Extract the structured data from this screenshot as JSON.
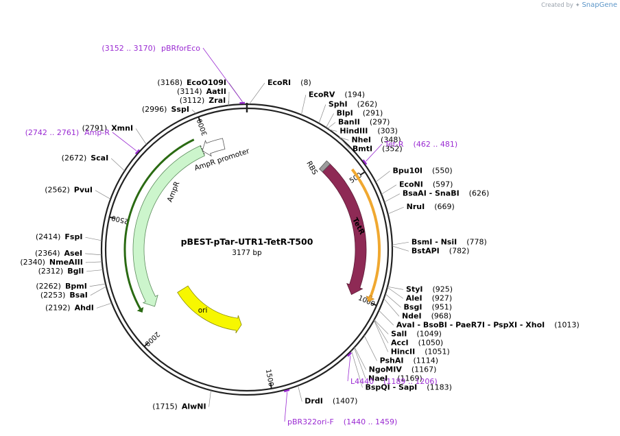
{
  "credit": {
    "prefix": "Created by",
    "brand": "SnapGene"
  },
  "plasmid": {
    "name": "pBEST-pTar-UTR1-TetR-T500",
    "size": "3177 bp",
    "length": 3177
  },
  "ticks": [
    "500",
    "1000",
    "1500",
    "2000",
    "2500",
    "3000"
  ],
  "sites": [
    {
      "name": "EcoRI",
      "pos": "(8)",
      "bp": 8
    },
    {
      "name": "EcoRV",
      "pos": "(194)",
      "bp": 194
    },
    {
      "name": "SphI",
      "pos": "(262)",
      "bp": 262
    },
    {
      "name": "BlpI",
      "pos": "(291)",
      "bp": 291
    },
    {
      "name": "BanII",
      "pos": "(297)",
      "bp": 297
    },
    {
      "name": "HindIII",
      "pos": "(303)",
      "bp": 303
    },
    {
      "name": "NheI",
      "pos": "(348)",
      "bp": 348
    },
    {
      "name": "BmtI",
      "pos": "(352)",
      "bp": 352
    },
    {
      "name": "Bpu10I",
      "pos": "(550)",
      "bp": 550
    },
    {
      "name": "EcoNI",
      "pos": "(597)",
      "bp": 597
    },
    {
      "name": "BsaAI - SnaBI",
      "pos": "(626)",
      "bp": 626
    },
    {
      "name": "NruI",
      "pos": "(669)",
      "bp": 669
    },
    {
      "name": "BsmI - NsiI",
      "pos": "(778)",
      "bp": 778
    },
    {
      "name": "BstAPI",
      "pos": "(782)",
      "bp": 782
    },
    {
      "name": "StyI",
      "pos": "(925)",
      "bp": 925
    },
    {
      "name": "AleI",
      "pos": "(927)",
      "bp": 927
    },
    {
      "name": "BsgI",
      "pos": "(951)",
      "bp": 951
    },
    {
      "name": "NdeI",
      "pos": "(968)",
      "bp": 968
    },
    {
      "name": "AvaI - BsoBI - PaeR7I - PspXI - XhoI",
      "pos": "(1013)",
      "bp": 1013
    },
    {
      "name": "SalI",
      "pos": "(1049)",
      "bp": 1049
    },
    {
      "name": "AccI",
      "pos": "(1050)",
      "bp": 1050
    },
    {
      "name": "HincII",
      "pos": "(1051)",
      "bp": 1051
    },
    {
      "name": "PshAI",
      "pos": "(1114)",
      "bp": 1114
    },
    {
      "name": "NgoMIV",
      "pos": "(1167)",
      "bp": 1167
    },
    {
      "name": "NaeI",
      "pos": "(1169)",
      "bp": 1169
    },
    {
      "name": "BspQI - SapI",
      "pos": "(1183)",
      "bp": 1183
    },
    {
      "name": "DrdI",
      "pos": "(1407)",
      "bp": 1407
    },
    {
      "name": "AlwNI",
      "pos": "(1715)",
      "bp": 1715
    },
    {
      "name": "AhdI",
      "pos": "(2192)",
      "bp": 2192
    },
    {
      "name": "BsaI",
      "pos": "(2253)",
      "bp": 2253
    },
    {
      "name": "BpmI",
      "pos": "(2262)",
      "bp": 2262
    },
    {
      "name": "BglI",
      "pos": "(2312)",
      "bp": 2312
    },
    {
      "name": "NmeAIII",
      "pos": "(2340)",
      "bp": 2340
    },
    {
      "name": "AseI",
      "pos": "(2364)",
      "bp": 2364
    },
    {
      "name": "FspI",
      "pos": "(2414)",
      "bp": 2414
    },
    {
      "name": "PvuI",
      "pos": "(2562)",
      "bp": 2562
    },
    {
      "name": "ScaI",
      "pos": "(2672)",
      "bp": 2672
    },
    {
      "name": "XmnI",
      "pos": "(2791)",
      "bp": 2791
    },
    {
      "name": "SspI",
      "pos": "(2996)",
      "bp": 2996
    },
    {
      "name": "ZraI",
      "pos": "(3112)",
      "bp": 3112
    },
    {
      "name": "AatII",
      "pos": "(3114)",
      "bp": 3114
    },
    {
      "name": "EcoO109I",
      "pos": "(3168)",
      "bp": 3168
    }
  ],
  "primers": [
    {
      "name": "pBRforEco",
      "range": "(3152 .. 3170)",
      "start": 3152,
      "end": 3170
    },
    {
      "name": "Amp-R",
      "range": "(2742 .. 2761)",
      "start": 2742,
      "end": 2761
    },
    {
      "name": "Tet-R",
      "range": "(462 .. 481)",
      "start": 462,
      "end": 481
    },
    {
      "name": "L4440",
      "range": "(1189 .. 1206)",
      "start": 1189,
      "end": 1206
    },
    {
      "name": "pBR322ori-F",
      "range": "(1440 .. 1459)",
      "start": 1440,
      "end": 1459
    }
  ],
  "features": [
    {
      "name": "TetR",
      "color": "#8e2a55",
      "start": 390,
      "end": 1000
    },
    {
      "name": "AmpR",
      "color": "#ccf5cc",
      "start": 2103,
      "end": 2963
    },
    {
      "name": "ori",
      "color": "#f7f700",
      "start": 1625,
      "end": 2103
    },
    {
      "name": "RBS",
      "color": "#9c9c9c",
      "start": 370,
      "end": 390
    },
    {
      "name": "AmpR promoter",
      "color": "#ffffff",
      "start": 2963,
      "end": 3068
    }
  ],
  "colors": {
    "primer": "#9a2ad2",
    "backbone": "#222222",
    "tetr_outline": "#f0a830",
    "ampr_outline": "#2a6a12"
  }
}
